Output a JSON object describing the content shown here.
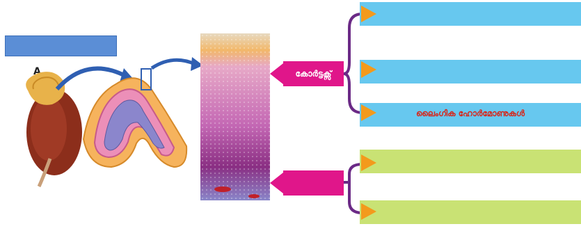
{
  "figure": {
    "label_a": "A",
    "cortex_label": "കോർട്ടക്സ്",
    "bars": [
      {
        "color": "blue",
        "text": ""
      },
      {
        "color": "blue",
        "text": ""
      },
      {
        "color": "blue",
        "text": "ലൈംഗിക ഹോർമോണുകൾ"
      },
      {
        "color": "green",
        "text": ""
      },
      {
        "color": "green",
        "text": ""
      }
    ],
    "colors": {
      "blue_bar": "#67c8ef",
      "green_bar": "#c9e274",
      "arrow_orange": "#f39a1c",
      "label_magenta": "#e0168a",
      "bracket_purple": "#6b2a86",
      "top_label_box": "#5b8ed6"
    }
  }
}
